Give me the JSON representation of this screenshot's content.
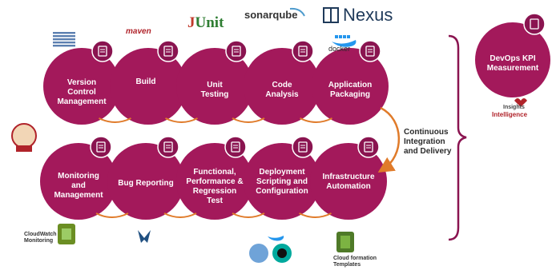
{
  "pipeline_top": [
    {
      "label": "Version\nControl\nManagement",
      "icon": "hand-pointer-icon"
    },
    {
      "label": "Build",
      "icon": "settings-document-icon"
    },
    {
      "label": "Unit\nTesting",
      "icon": "user-search-icon"
    },
    {
      "label": "Code\nAnalysis",
      "icon": "magnifier-icon"
    },
    {
      "label": "Application\nPackaging",
      "icon": "folder-icon"
    }
  ],
  "pipeline_bottom": [
    {
      "label": "Monitoring\nand\nManagement",
      "icon": "presenter-board-icon"
    },
    {
      "label": "Bug Reporting",
      "icon": "checklist-icon"
    },
    {
      "label": "Functional,\nPerformance &\nRegression\nTest",
      "icon": "checklist-icon"
    },
    {
      "label": "Deployment\nScripting and\nConfiguration",
      "icon": "list-icon"
    },
    {
      "label": "Infrastructure\nAutomation",
      "icon": "gears-icon"
    }
  ],
  "ci_cd_label": "Continuous\nIntegration\nand Delivery",
  "kpi": {
    "label": "DevOps KPI\nMeasurement",
    "icon": "settings-document-icon"
  },
  "insights_logo": {
    "line1": "Insights",
    "line2": "Intelligence"
  },
  "logos": {
    "maven": "maven",
    "junit_j": "J",
    "junit_rest": "Unit",
    "sonarqube": "sonarqube",
    "nexus": "Nexus",
    "docker": "docker",
    "cloudwatch": "CloudWatch\nMonitoring",
    "cloudformation": "Cloud formation\nTemplates"
  },
  "colors": {
    "circle": "#a3195b",
    "circle_dark": "#8a1450",
    "arrow": "#e07b2a",
    "bracket": "#8a1450",
    "nexus": "#1f3a5a",
    "maven": "#b0232a",
    "junit_j": "#c0392b",
    "junit_rest": "#2e7d32",
    "cloudwatch": "#6b8e23",
    "cloudformation": "#4f7a28",
    "docker": "#2496ed"
  }
}
